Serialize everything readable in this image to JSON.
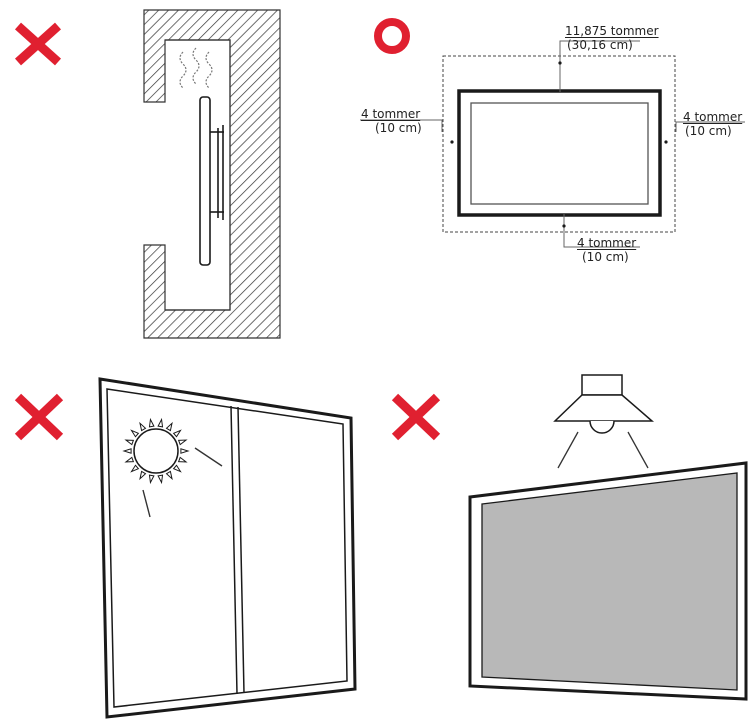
{
  "colors": {
    "mark": "#e02030",
    "line": "#1a1a1a",
    "thin": "#555555",
    "screen": "#b8b8b8"
  },
  "panels": [
    {
      "id": "enclosed-recess",
      "mark": "cross",
      "mark_icon": "cross-icon"
    },
    {
      "id": "clearance",
      "mark": "circle",
      "mark_icon": "circle-icon"
    },
    {
      "id": "sunlight",
      "mark": "cross",
      "mark_icon": "cross-icon"
    },
    {
      "id": "overhead-lamp",
      "mark": "cross",
      "mark_icon": "cross-icon"
    }
  ],
  "clearance": {
    "top": {
      "line1": "11,875 tommer",
      "line2": "(30,16 cm)"
    },
    "left": {
      "line1": "4 tommer",
      "line2": "(10 cm)"
    },
    "right": {
      "line1": "4 tommer",
      "line2": "(10 cm)"
    },
    "bottom": {
      "line1": "4 tommer",
      "line2": "(10 cm)"
    }
  }
}
